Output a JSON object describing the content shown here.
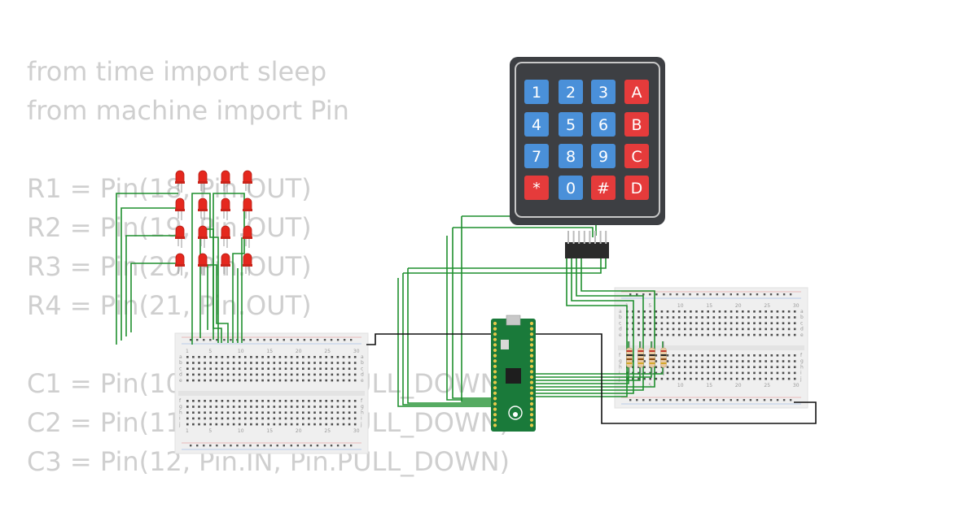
{
  "code_lines": [
    "from time import sleep",
    "from machine import Pin",
    "",
    "R1 = Pin(18, Pin.OUT)",
    "R2 = Pin(19, Pin.OUT)",
    "R3 = Pin(20, Pin.OUT)",
    "R4 = Pin(21, Pin.OUT)",
    "",
    "C1 = Pin(10, Pin.IN, Pin.PULL_DOWN)",
    "C2 = Pin(11, Pin.IN, Pin.PULL_DOWN)",
    "C3 = Pin(12, Pin.IN, Pin.PULL_DOWN)"
  ],
  "keypad": {
    "keys": [
      [
        "1",
        "2",
        "3",
        "A"
      ],
      [
        "4",
        "5",
        "6",
        "B"
      ],
      [
        "7",
        "8",
        "9",
        "C"
      ],
      [
        "*",
        "0",
        "#",
        "D"
      ]
    ],
    "blue_key_color": "#4a90d9",
    "red_key_color": "#e53b3b",
    "body_color": "#3d3f43"
  },
  "breadboard_labels": {
    "columns": [
      "1",
      "5",
      "10",
      "15",
      "20",
      "25",
      "30"
    ],
    "rows": [
      "a",
      "b",
      "c",
      "d",
      "e",
      "f",
      "g",
      "h",
      "i",
      "j"
    ]
  },
  "colors": {
    "wire_green": "#1f8f2e",
    "wire_black": "#111111",
    "led_red": "#e5281e",
    "pico_green": "#1a7a3a"
  },
  "led_grid": {
    "rows": 4,
    "columns": 4
  },
  "resistor_count": 4
}
